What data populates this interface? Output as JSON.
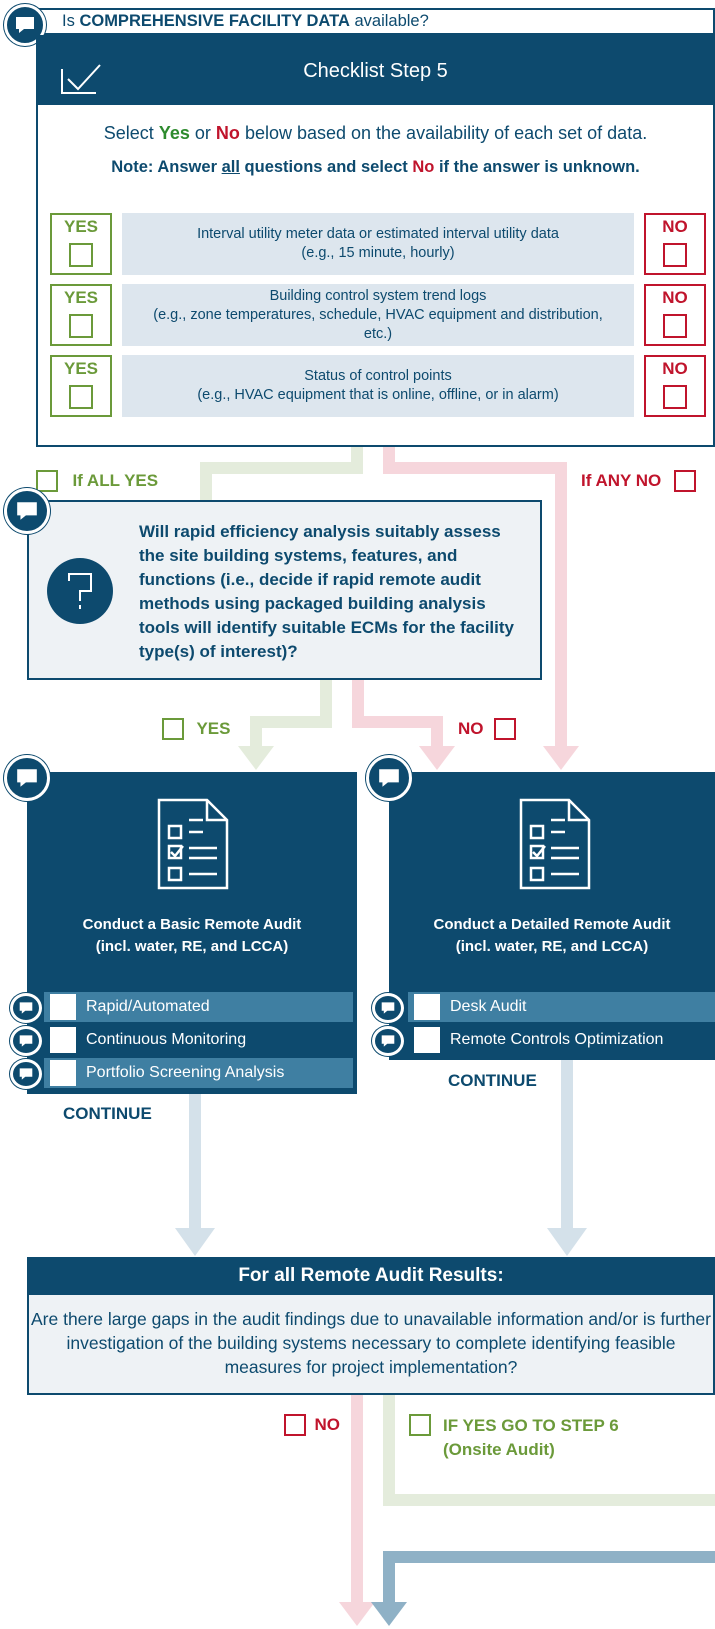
{
  "question": {
    "prefix": "Is",
    "emphasis": "COMPREHENSIVE FACILITY DATA",
    "suffix": "available?"
  },
  "checklist": {
    "title": "Checklist Step 5",
    "instruction": {
      "part1": "Select",
      "yes": "Yes",
      "part2": "or",
      "no": "No",
      "part3": "below based on the availability of each set of data."
    },
    "note": {
      "part1": "Note: Answer",
      "all": "all",
      "part2": "questions and select",
      "no": "No",
      "part3": "if the answer is unknown."
    },
    "yes_label": "YES",
    "no_label": "NO",
    "rows": [
      {
        "line1": "Interval utility meter data or estimated interval utility data",
        "line2": "(e.g., 15 minute, hourly)"
      },
      {
        "line1": "Building control system trend logs",
        "line2": "(e.g., zone temperatures, schedule, HVAC equipment and distribution, etc.)"
      },
      {
        "line1": "Status of control points",
        "line2": "(e.g., HVAC equipment that is online, offline, or in alarm)"
      }
    ]
  },
  "branches": {
    "all_yes": "If ALL YES",
    "any_no": "If ANY NO",
    "yes": "YES",
    "no": "NO"
  },
  "rapid_question": "Will rapid efficiency analysis suitably assess the site building systems, features, and functions (i.e., decide if rapid remote audit methods using packaged building analysis tools will identify suitable ECMs for the facility type(s) of interest)?",
  "basic_audit": {
    "title_line1": "Conduct a Basic Remote Audit",
    "title_line2": "(incl. water, RE, and LCCA)",
    "options": [
      "Rapid/Automated",
      "Continuous Monitoring",
      "Portfolio Screening Analysis"
    ],
    "continue": "CONTINUE"
  },
  "detailed_audit": {
    "title_line1": "Conduct a Detailed Remote Audit",
    "title_line2": "(incl. water,  RE, and LCCA)",
    "options": [
      "Desk Audit",
      "Remote Controls Optimization"
    ],
    "continue": "CONTINUE"
  },
  "results": {
    "header": "For all Remote Audit Results:",
    "body": "Are there large gaps in the audit findings due to unavailable information and/or is further investigation of the building systems necessary to complete identifying feasible measures for project implementation?"
  },
  "final_branches": {
    "no": "NO",
    "yes_line1": "IF YES GO TO STEP 6",
    "yes_line2": "(Onsite Audit)"
  },
  "colors": {
    "navy": "#0d4a6e",
    "green": "#6b9a3a",
    "red": "#c0142c",
    "light_panel": "#eef2f5",
    "row_bg": "#dde6ee",
    "option_bg": "#3f7fa2",
    "arrow_green": "#e4ecdc",
    "arrow_red": "#f6d6dc",
    "arrow_blue": "#d4e1ea",
    "arrow_steel": "#8fb1c6"
  },
  "icons": [
    "speech-bubble-icon",
    "checklist-icon",
    "question-icon",
    "document-checklist-icon"
  ]
}
